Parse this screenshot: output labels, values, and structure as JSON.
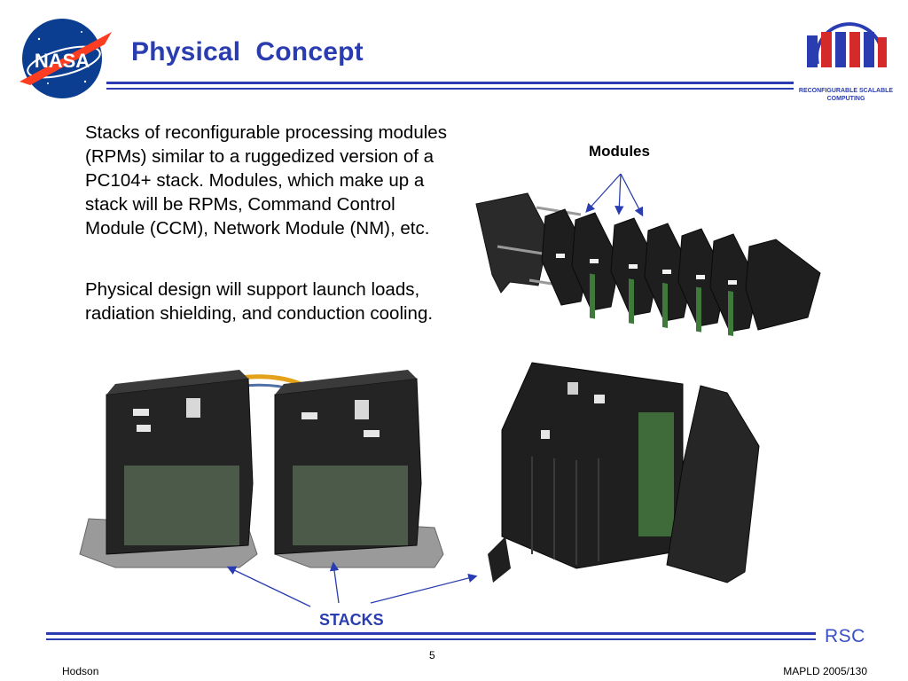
{
  "slide": {
    "title": "Physical  Concept",
    "body_paragraphs": [
      "Stacks of reconfigurable processing modules (RPMs) similar to a ruggedized version of a PC104+ stack. Modules, which make up a stack will be RPMs, Command Control Module (CCM), Network Module (NM), etc.",
      "Physical design will support launch loads, radiation shielding, and conduction cooling."
    ],
    "modules_label": "Modules",
    "stacks_label": "STACKS"
  },
  "logos": {
    "nasa_text": "NASA",
    "rsc_caption_line1": "RECONFIGURABLE SCALABLE",
    "rsc_caption_line2": "COMPUTING",
    "rsc_mark": "RSC"
  },
  "footer": {
    "page_number": "5",
    "left": "Hodson",
    "right": "MAPLD 2005/130"
  },
  "colors": {
    "title_blue": "#2a3db0",
    "rule_blue": "#2a3db0",
    "rsc_red": "#d42a2a"
  }
}
